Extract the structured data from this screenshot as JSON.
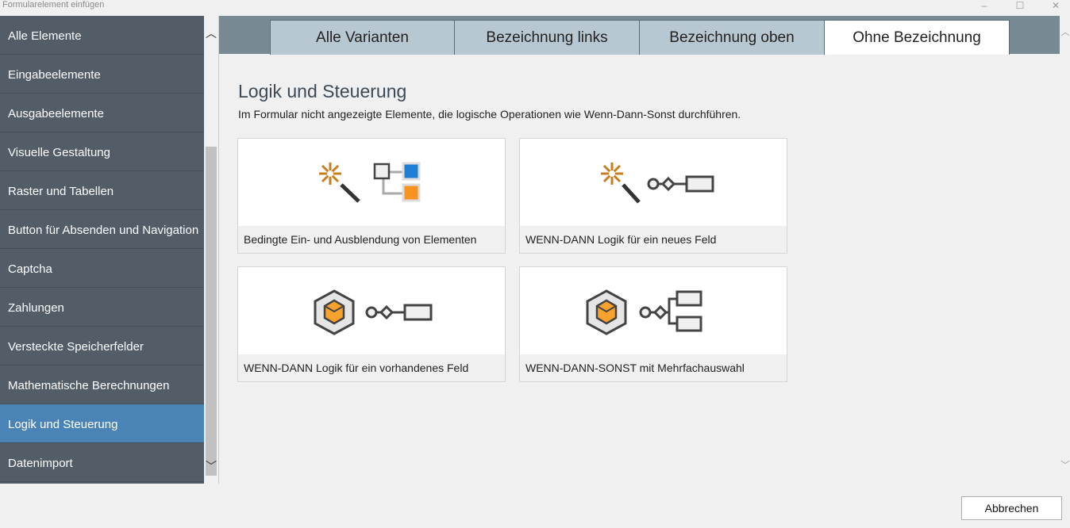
{
  "window": {
    "title": "Formularelement einfügen"
  },
  "sidebar": {
    "items": [
      {
        "label": "Alle Elemente"
      },
      {
        "label": "Eingabeelemente"
      },
      {
        "label": "Ausgabeelemente"
      },
      {
        "label": "Visuelle Gestaltung"
      },
      {
        "label": "Raster und Tabellen"
      },
      {
        "label": "Button für Absenden und Navigation"
      },
      {
        "label": "Captcha"
      },
      {
        "label": "Zahlungen"
      },
      {
        "label": "Versteckte Speicherfelder"
      },
      {
        "label": "Mathematische Berechnungen"
      },
      {
        "label": "Logik und Steuerung"
      },
      {
        "label": "Datenimport"
      }
    ],
    "active": "Logik und Steuerung"
  },
  "tabs": [
    {
      "label": "Alle Varianten"
    },
    {
      "label": "Bezeichnung links"
    },
    {
      "label": "Bezeichnung oben"
    },
    {
      "label": "Ohne Bezeichnung"
    }
  ],
  "active_tab": "Ohne Bezeichnung",
  "section": {
    "title": "Logik und Steuerung",
    "description": "Im Formular nicht angezeigte Elemente, die logische Operationen wie Wenn-Dann-Sonst durchführen."
  },
  "cards": [
    {
      "label": "Bedingte Ein- und Ausblendung von Elementen",
      "icon": "wand-tree-icon"
    },
    {
      "label": "WENN-DANN Logik für ein neues Feld",
      "icon": "wand-flow-icon"
    },
    {
      "label": "WENN-DANN Logik für ein vorhandenes Feld",
      "icon": "cube-flow-icon"
    },
    {
      "label": "WENN-DANN-SONST mit Mehrfachauswahl",
      "icon": "cube-branch-icon"
    }
  ],
  "footer": {
    "cancel_label": "Abbrechen"
  }
}
